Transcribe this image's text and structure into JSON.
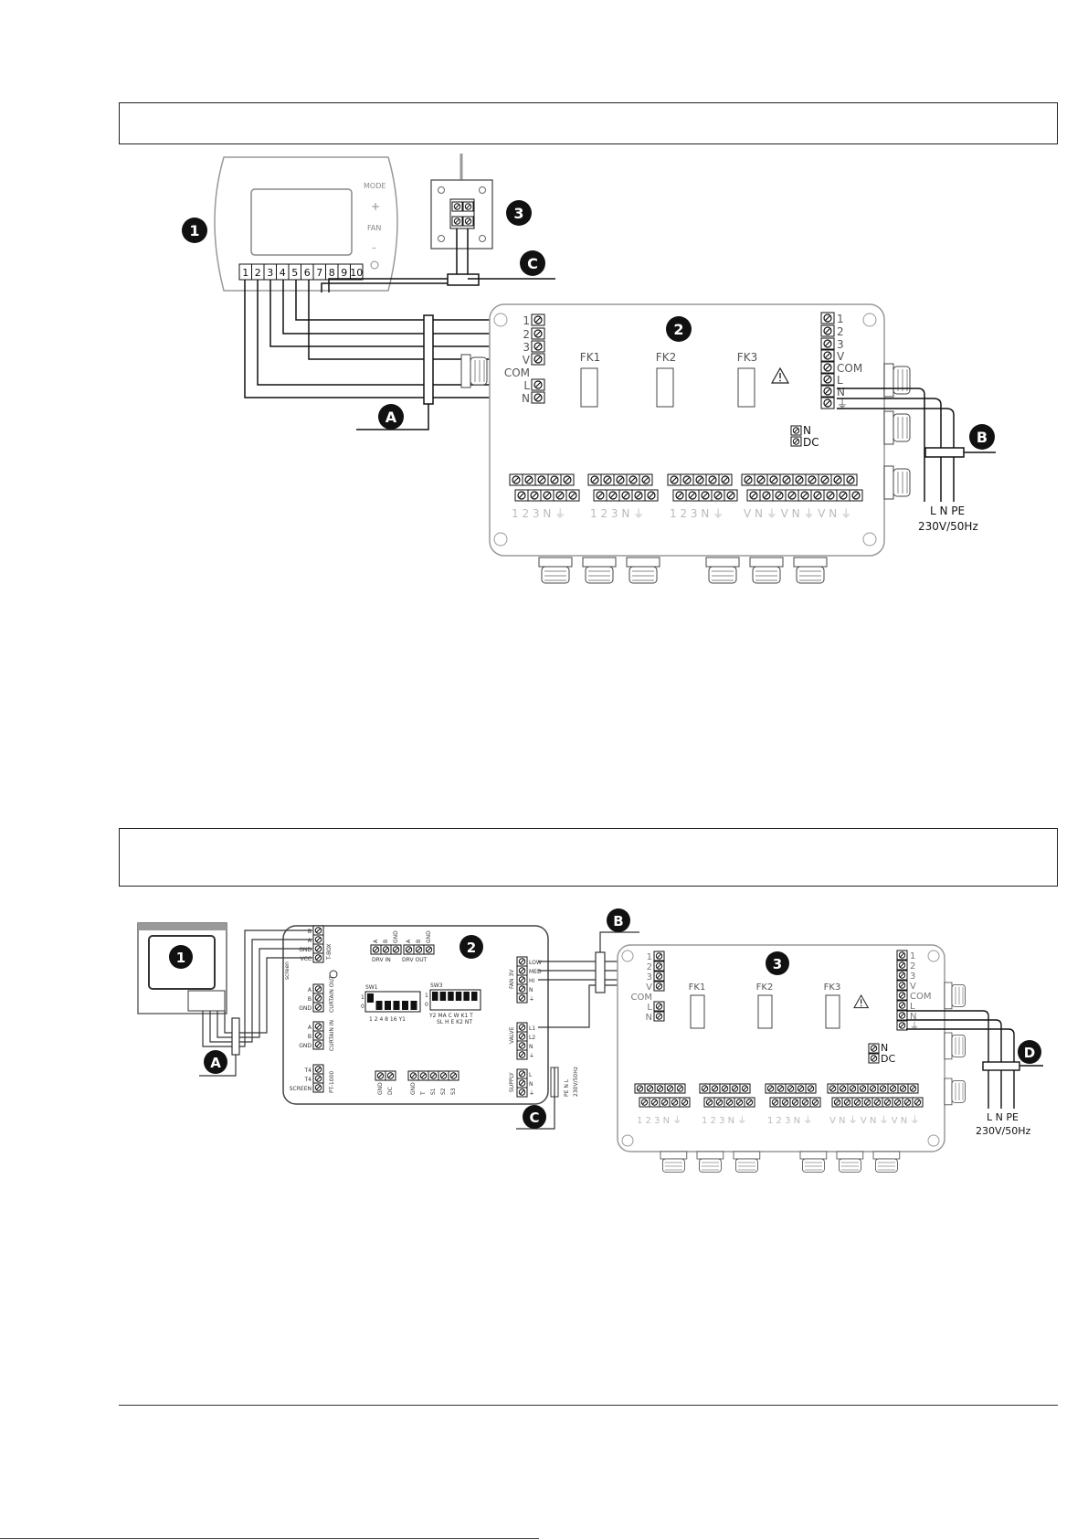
{
  "section1": {
    "thermostat": {
      "mode": "MODE",
      "plus": "+",
      "fan": "FAN",
      "minus": "–",
      "terminals": [
        "1",
        "2",
        "3",
        "4",
        "5",
        "6",
        "7",
        "8",
        "9",
        "10"
      ]
    },
    "callouts": {
      "one": "1",
      "two": "2",
      "three": "3",
      "A": "A",
      "B": "B",
      "C": "C"
    },
    "left_terminals": [
      "1",
      "2",
      "3",
      "V",
      "COM",
      "L",
      "N"
    ],
    "right_terminals": [
      "1",
      "2",
      "3",
      "V",
      "COM",
      "L",
      "N",
      "⏚"
    ],
    "relays": [
      "FK1",
      "FK2",
      "FK3"
    ],
    "nd_terminals": [
      "N",
      "DC"
    ],
    "bottom_groups": [
      "1 2 3 N ⏚",
      "1 2 3 N ⏚",
      "1 2 3 N ⏚",
      "V N ⏚ V N ⏚ V N ⏚"
    ],
    "supply": {
      "lnpe": "L N PE",
      "voltage": "230V/50Hz"
    }
  },
  "section2": {
    "callouts": {
      "one": "1",
      "two": "2",
      "three": "3",
      "A": "A",
      "B": "B",
      "C": "C",
      "D": "D"
    },
    "tbox": [
      "B",
      "A",
      "GND",
      "VCC"
    ],
    "tbox_label": "T-BOX",
    "screen": "screen",
    "curtain_out": [
      "A",
      "B",
      "GND"
    ],
    "curtain_out_label": "CURTAIN OUT",
    "curtain_in": [
      "A",
      "B",
      "GND"
    ],
    "curtain_in_label": "CURTAIN IN",
    "pt": [
      "T4",
      "T4",
      "SCREEN"
    ],
    "pt_label": "PT-1000",
    "drv_in": [
      "A",
      "B",
      "GND"
    ],
    "drv_in_label": "DRV IN",
    "drv_out": [
      "A",
      "B",
      "GND"
    ],
    "drv_out_label": "DRV OUT",
    "sw1": {
      "label": "SW1",
      "on": "1",
      "off": "0",
      "bits": "1 2 4 8 16 Y1"
    },
    "sw3": {
      "label": "SW3",
      "on": "1",
      "off": "0",
      "row1": "Y2 MA C W K1 T",
      "row2": "SL H E K2 NT"
    },
    "fan": [
      "LOW",
      "MED",
      "HI",
      "N",
      "⏚"
    ],
    "fan_label": "FAN 3V",
    "valve": [
      "L1",
      "L2",
      "N",
      "⏚"
    ],
    "valve_label": "VALVE",
    "supply": [
      "L",
      "N",
      "⏚"
    ],
    "supply_label": "SUPPLY",
    "supply_pe": "PE N L",
    "supply_voltage": "230V/50Hz",
    "gnd_dc": [
      "GND",
      "DC"
    ],
    "gnd_t": [
      "GND",
      "T",
      "S1",
      "S2",
      "S3"
    ],
    "left_terminals": [
      "1",
      "2",
      "3",
      "V",
      "COM",
      "L",
      "N"
    ],
    "right_terminals": [
      "1",
      "2",
      "3",
      "V",
      "COM",
      "L",
      "N",
      "⏚"
    ],
    "relays": [
      "FK1",
      "FK2",
      "FK3"
    ],
    "nd_terminals": [
      "N",
      "DC"
    ],
    "bottom_groups": [
      "1 2 3 N ⏚",
      "1 2 3 N ⏚",
      "1 2 3 N ⏚",
      "V N ⏚ V N ⏚ V N ⏚"
    ],
    "lnpe": "L N PE",
    "voltage": "230V/50Hz"
  }
}
